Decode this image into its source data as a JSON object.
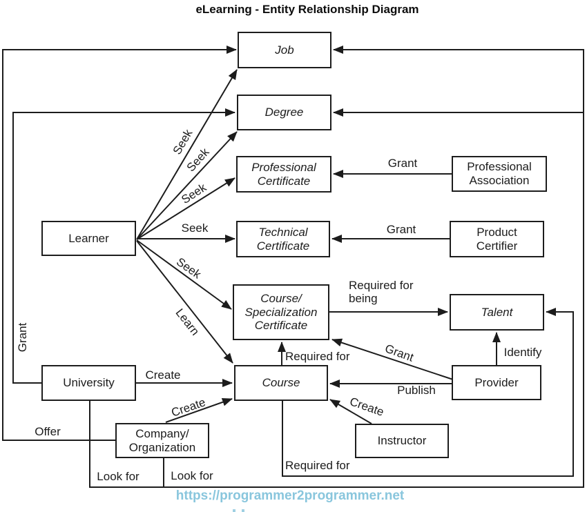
{
  "title": "eLearning - Entity Relationship Diagram",
  "colors": {
    "line": "#1c1c1c",
    "footer_url": "#89c6dd"
  },
  "entities": {
    "job": {
      "label": "Job"
    },
    "degree": {
      "label": "Degree"
    },
    "professional_certificate": {
      "label": "Professional\nCertificate"
    },
    "professional_association": {
      "label": "Professional\nAssociation"
    },
    "learner": {
      "label": "Learner"
    },
    "technical_certificate": {
      "label": "Technical\nCertificate"
    },
    "product_certifier": {
      "label": "Product\nCertifier"
    },
    "course_specialization_certificate": {
      "label": "Course/\nSpecialization\nCertificate"
    },
    "talent": {
      "label": "Talent"
    },
    "university": {
      "label": "University"
    },
    "course": {
      "label": "Course"
    },
    "provider": {
      "label": "Provider"
    },
    "company_organization": {
      "label": "Company/\nOrganization"
    },
    "instructor": {
      "label": "Instructor"
    }
  },
  "relationships": {
    "seek_job": "Seek",
    "seek_degree": "Seek",
    "seek_professional_certificate": "Seek",
    "seek_technical_certificate": "Seek",
    "seek_course_certificate": "Seek",
    "learn": "Learn",
    "grant_university_degree": "Grant",
    "grant_association": "Grant",
    "grant_certifier": "Grant",
    "grant_provider": "Grant",
    "create_university": "Create",
    "create_company": "Create",
    "create_instructor": "Create",
    "offer": "Offer",
    "look_for_university": "Look for",
    "look_for_company": "Look for",
    "publish": "Publish",
    "identify": "Identify",
    "required_for_course": "Required for",
    "required_for_being": "Required for being",
    "required_for_talent": "Required for"
  },
  "footer": {
    "url": "https://programmer2programmer.net"
  }
}
